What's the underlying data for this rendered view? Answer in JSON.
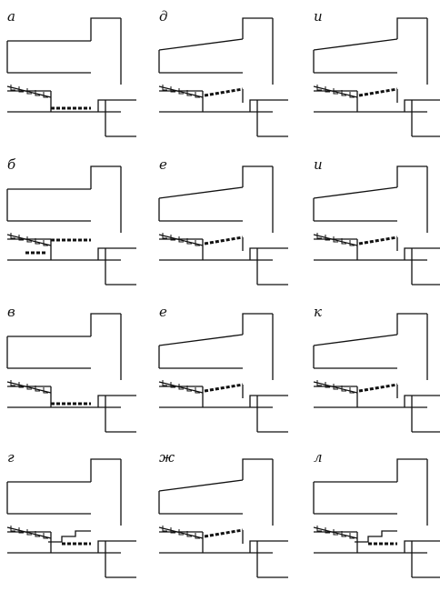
{
  "figure": {
    "panels": [
      {
        "id": "a",
        "label": "а",
        "variant": 1
      },
      {
        "id": "d",
        "label": "д",
        "variant": 3
      },
      {
        "id": "i1",
        "label": "и",
        "variant": 3
      },
      {
        "id": "b",
        "label": "б",
        "variant": 2
      },
      {
        "id": "e1",
        "label": "е",
        "variant": 3
      },
      {
        "id": "i2",
        "label": "и",
        "variant": 3
      },
      {
        "id": "v",
        "label": "в",
        "variant": 1
      },
      {
        "id": "e2",
        "label": "е",
        "variant": 3
      },
      {
        "id": "k",
        "label": "к",
        "variant": 3
      },
      {
        "id": "g",
        "label": "г",
        "variant": 4
      },
      {
        "id": "zh",
        "label": "ж",
        "variant": 3
      },
      {
        "id": "l",
        "label": "л",
        "variant": 4
      }
    ]
  }
}
